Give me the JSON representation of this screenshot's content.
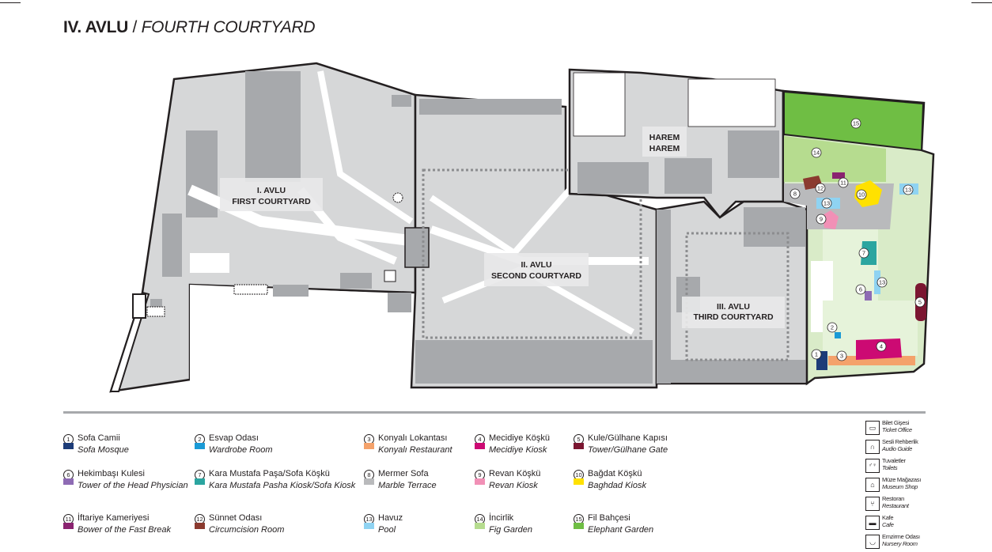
{
  "title": {
    "bold": "IV. AVLU",
    "separator": " / ",
    "italic": "FOURTH COURTYARD"
  },
  "map_labels": {
    "first_tr": "I. AVLU",
    "first_en": "FIRST COURTYARD",
    "second_tr": "II. AVLU",
    "second_en": "SECOND COURTYARD",
    "third_tr": "III. AVLU",
    "third_en": "THIRD COURTYARD",
    "harem_tr": "HAREM",
    "harem_en": "HAREM"
  },
  "colors": {
    "building": "#a7a9ac",
    "open_area": "#d6d7d8",
    "garden_light": "#d9ebc8",
    "garden_mid": "#b6dc8f",
    "elephant_garden": "#6fbe44",
    "outline": "#231f20"
  },
  "legend": [
    {
      "num": "1",
      "tr": "Sofa Camii",
      "en": "Sofa Mosque",
      "color": "#1d3c78"
    },
    {
      "num": "2",
      "tr": "Esvap Odası",
      "en": "Wardrobe Room",
      "color": "#1a9ad6"
    },
    {
      "num": "3",
      "tr": "Konyalı Lokantası",
      "en": "Konyalı Restaurant",
      "color": "#f4a26b"
    },
    {
      "num": "4",
      "tr": "Mecidiye Köşkü",
      "en": "Mecidiye Kiosk",
      "color": "#cc0a73"
    },
    {
      "num": "5",
      "tr": "Kule/Gülhane Kapısı",
      "en": "Tower/Gülhane Gate",
      "color": "#7b1631"
    },
    {
      "num": "6",
      "tr": "Hekimbaşı Kulesi",
      "en": "Tower of the Head Physician",
      "color": "#8e6bb4"
    },
    {
      "num": "7",
      "tr": "Kara Mustafa Paşa/Sofa Köşkü",
      "en": "Kara Mustafa Pasha Kiosk/Sofa Kiosk",
      "color": "#2ba5a0"
    },
    {
      "num": "8",
      "tr": "Mermer Sofa",
      "en": "Marble Terrace",
      "color": "#b9babc"
    },
    {
      "num": "9",
      "tr": "Revan Köşkü",
      "en": "Revan Kiosk",
      "color": "#f190b6"
    },
    {
      "num": "10",
      "tr": "Bağdat Köşkü",
      "en": "Baghdad Kiosk",
      "color": "#ffe100"
    },
    {
      "num": "11",
      "tr": "İftariye Kameriyesi",
      "en": "Bower of the Fast Break",
      "color": "#8a2370"
    },
    {
      "num": "12",
      "tr": "Sünnet Odası",
      "en": "Circumcision Room",
      "color": "#8b3a2f"
    },
    {
      "num": "13",
      "tr": "Havuz",
      "en": "Pool",
      "color": "#8fd3f2"
    },
    {
      "num": "14",
      "tr": "İncirlik",
      "en": "Fig Garden",
      "color": "#b6dc8f"
    },
    {
      "num": "15",
      "tr": "Fil Bahçesi",
      "en": "Elephant Garden",
      "color": "#6fbe44"
    }
  ],
  "services": [
    {
      "icon": "ticket-icon",
      "glyph": "▭",
      "tr": "Bilet Gişesi",
      "en": "Ticket Office"
    },
    {
      "icon": "headphones-icon",
      "glyph": "∩",
      "tr": "Sesli Rehberlik",
      "en": "Audio Guide"
    },
    {
      "icon": "toilets-icon",
      "glyph": "♂♀",
      "tr": "Tuvaletler",
      "en": "Toilets"
    },
    {
      "icon": "museum-shop-icon",
      "glyph": "⌂",
      "tr": "Müze Mağazası",
      "en": "Museum Shop"
    },
    {
      "icon": "restaurant-icon",
      "glyph": "⑂",
      "tr": "Restoran",
      "en": "Restaurant"
    },
    {
      "icon": "cafe-icon",
      "glyph": "▬",
      "tr": "Kafe",
      "en": "Cafe"
    },
    {
      "icon": "nursery-icon",
      "glyph": "◡",
      "tr": "Emzirme Odası",
      "en": "Nursery Room"
    }
  ]
}
